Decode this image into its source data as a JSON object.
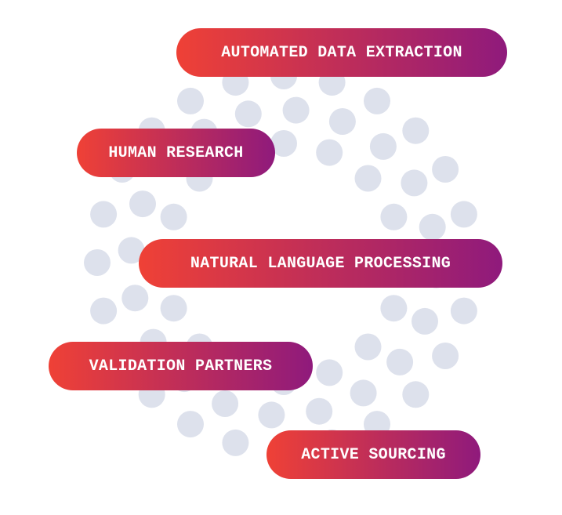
{
  "colors": {
    "pill_gradient_start": "#ef4136",
    "pill_gradient_end": "#8f1a7c",
    "pill_text": "#ffffff",
    "dot": "#dde1ec",
    "background": "#ffffff"
  },
  "labels": {
    "automated_data_extraction": "AUTOMATED DATA EXTRACTION",
    "human_research": "HUMAN RESEARCH",
    "natural_language_processing": "NATURAL LANGUAGE PROCESSING",
    "validation_partners": "VALIDATION PARTNERS",
    "active_sourcing": "ACTIVE SOURCING"
  }
}
